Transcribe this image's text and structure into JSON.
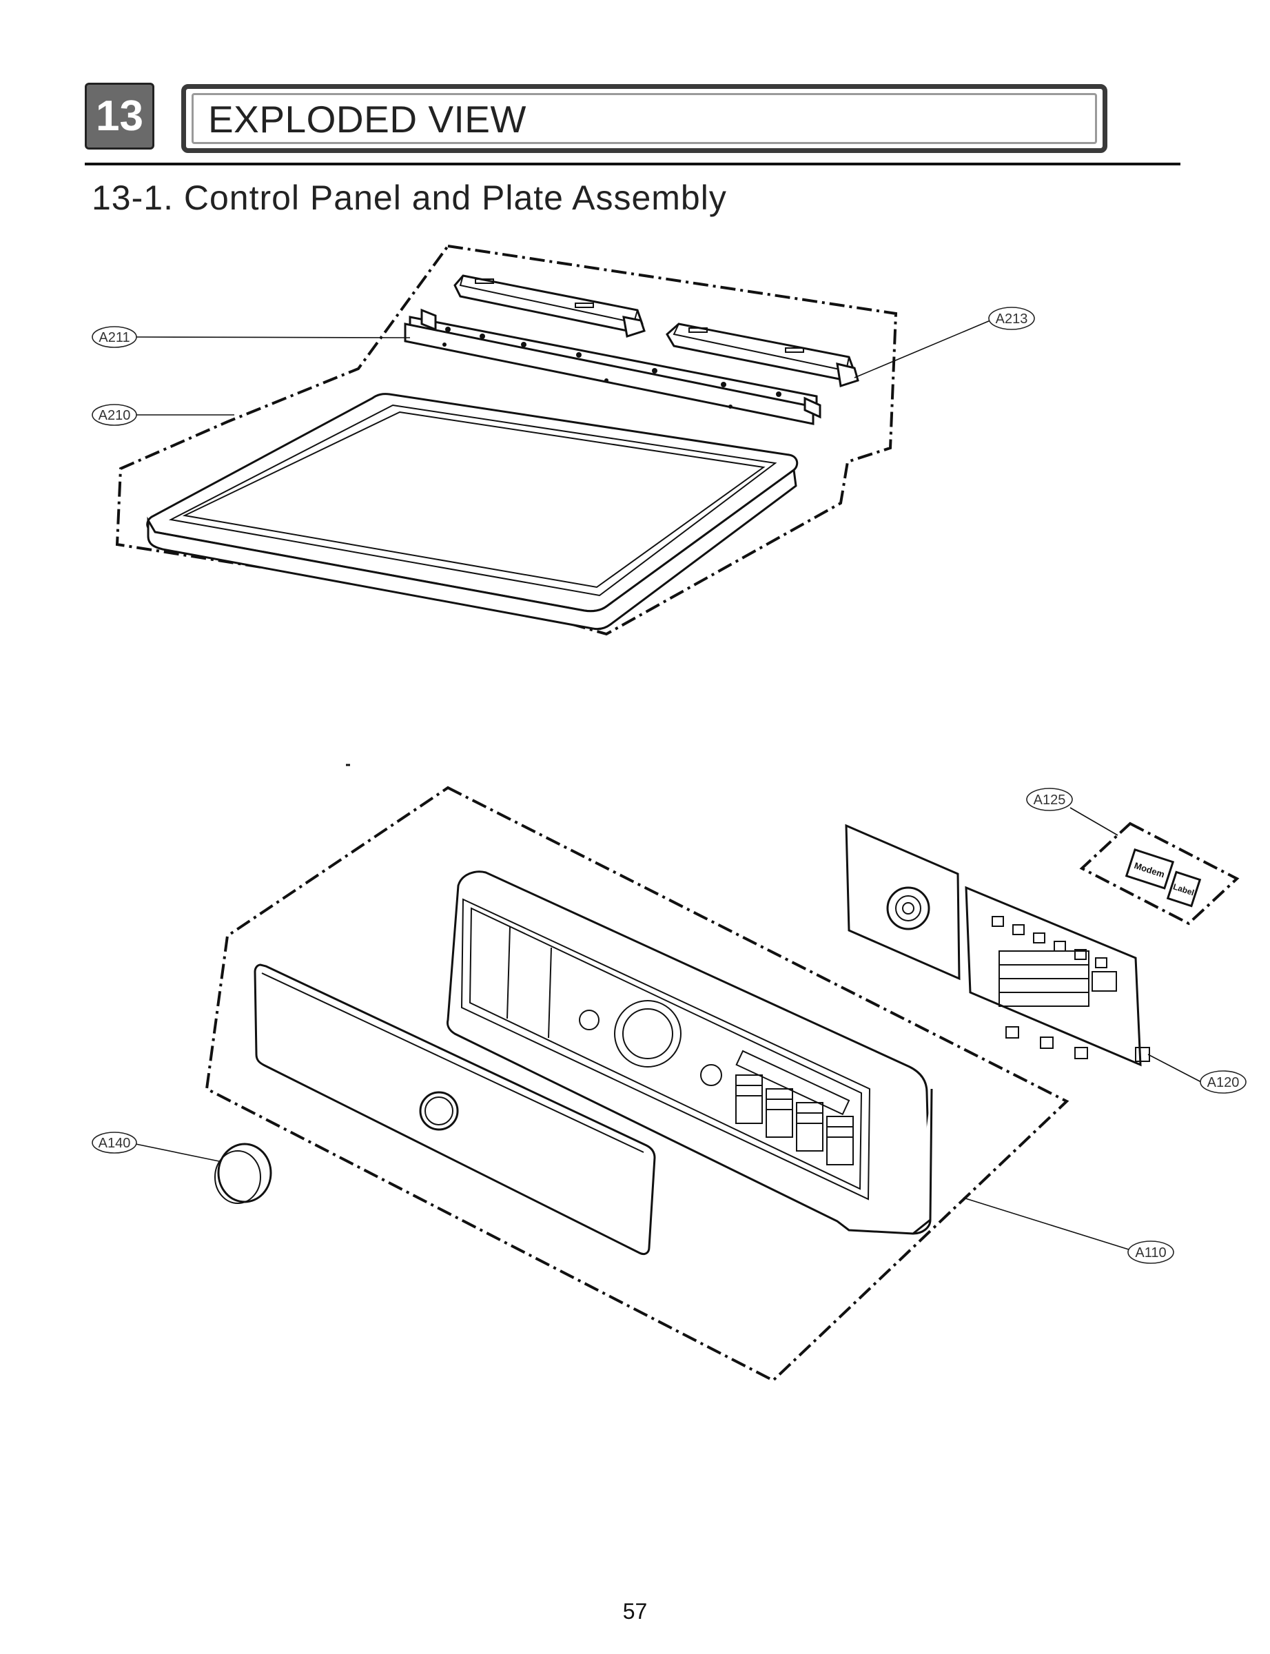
{
  "header": {
    "chapter_number": "13",
    "chapter_title": "EXPLODED VIEW",
    "section_title": "13-1. Control Panel and Plate Assembly"
  },
  "callouts": {
    "a211": "A211",
    "a213": "A213",
    "a210": "A210",
    "a125": "A125",
    "a120": "A120",
    "a140": "A140",
    "a110": "A110"
  },
  "part_labels": {
    "modem": "Modem",
    "label": "Label"
  },
  "footer": {
    "page_number": "57"
  }
}
